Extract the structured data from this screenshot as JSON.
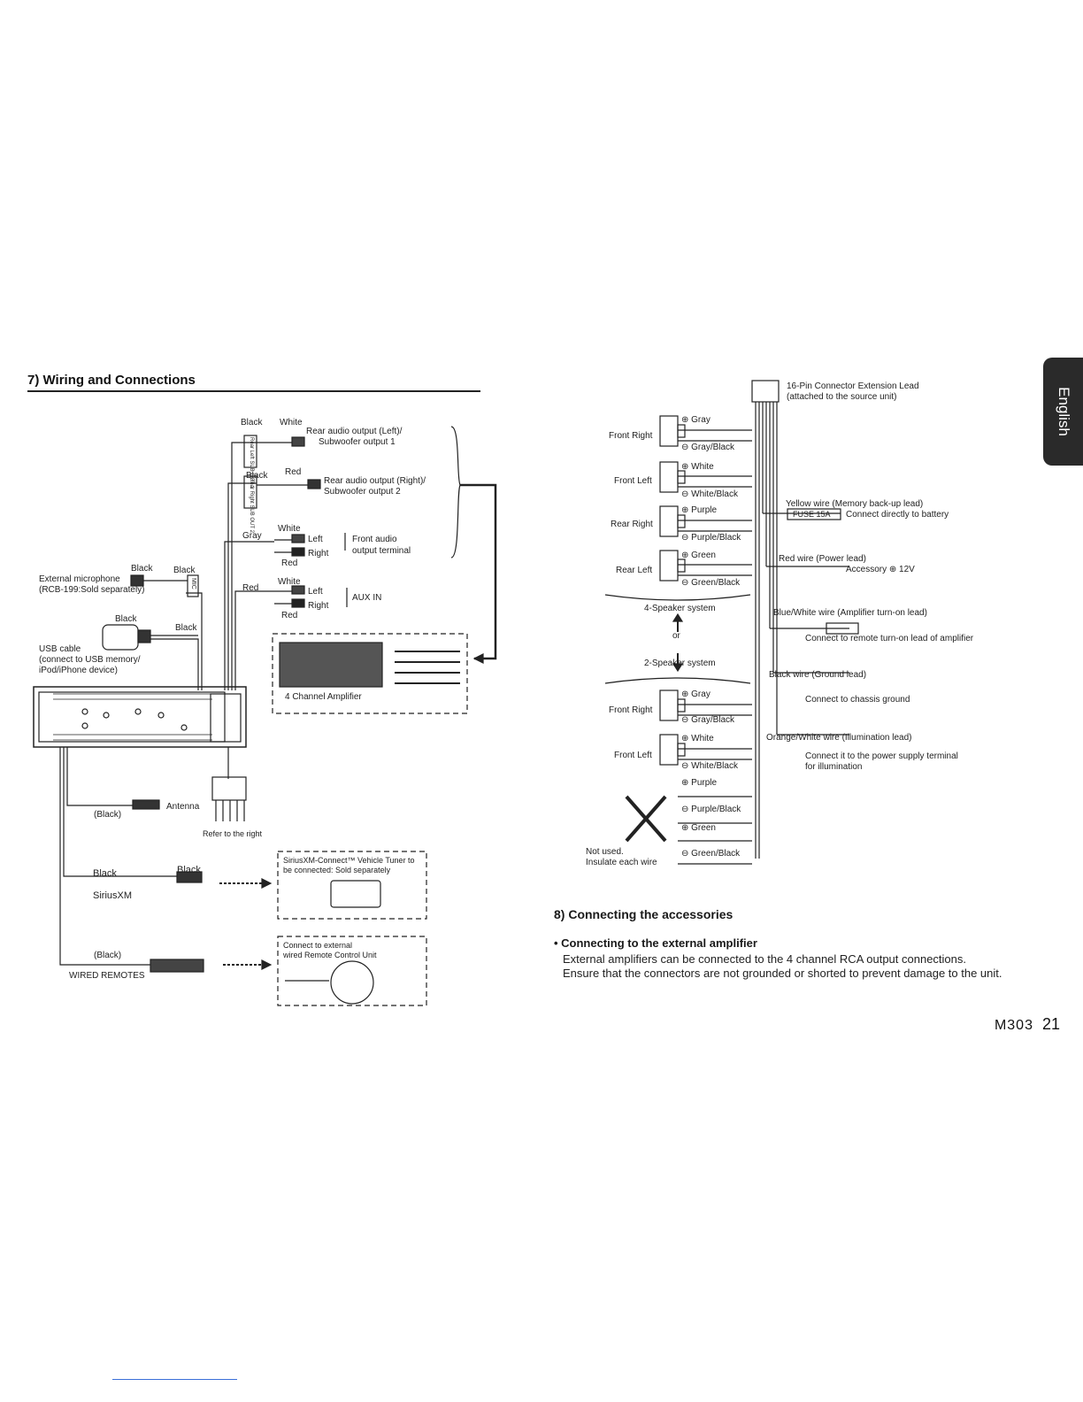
{
  "section7": {
    "title": "7) Wiring and Connections"
  },
  "left": {
    "labels": {
      "black_top": "Black",
      "white_top": "White",
      "rear_left_line1": "Rear audio output (Left)/",
      "rear_left_line2": "Subwoofer output 1",
      "black_2": "Black",
      "red_2": "Red",
      "rear_right_line1": "Rear audio output (Right)/",
      "rear_right_line2": "Subwoofer output 2",
      "gray": "Gray",
      "white_front": "White",
      "left_front": "Left",
      "right_front": "Right",
      "red_front": "Red",
      "front_audio_line1": "Front audio",
      "front_audio_line2": "output terminal",
      "black_mic1": "Black",
      "black_mic2": "Black",
      "ext_mic_line1": "External microphone",
      "ext_mic_line2": "(RCB-199:Sold separately)",
      "mic": "MIC",
      "red_aux": "Red",
      "white_aux": "White",
      "left_aux": "Left",
      "right_aux": "Right",
      "red_aux2": "Red",
      "aux_in": "AUX IN",
      "black_usb1": "Black",
      "black_usb2": "Black",
      "usb_line1": "USB cable",
      "usb_line2": "(connect to USB memory/",
      "usb_line3": "iPod/iPhone device)",
      "amp_label": "4 Channel Amplifier",
      "antenna": "Antenna",
      "black_antenna": "(Black)",
      "refer_right": "Refer to the right",
      "black_sxm1": "Black",
      "black_sxm2": "Black",
      "siriusxm": "SiriusXM",
      "sxm_box_line1": "SiriusXM-Connect™ Vehicle Tuner to",
      "sxm_box_line2": "be connected: Sold separately",
      "black_remote": "(Black)",
      "wired_remotes": "WIRED REMOTES",
      "remote_box_line1": "Connect to external",
      "remote_box_line2": "wired Remote Control Unit",
      "rear_left_tag": "Rear Left SUB OUT 1",
      "rear_right_tag": "Rear Right SUB OUT 2"
    }
  },
  "right": {
    "connector_line1": "16-Pin Connector Extension Lead",
    "connector_line2": "(attached to the source unit)",
    "speakers4": [
      {
        "name": "Front Right",
        "pos": "⊕ Gray",
        "neg": "⊖ Gray/Black"
      },
      {
        "name": "Front Left",
        "pos": "⊕ White",
        "neg": "⊖ White/Black"
      },
      {
        "name": "Rear Right",
        "pos": "⊕ Purple",
        "neg": "⊖ Purple/Black"
      },
      {
        "name": "Rear Left",
        "pos": "⊕ Green",
        "neg": "⊖ Green/Black"
      }
    ],
    "four_speaker": "4-Speaker system",
    "or": "or",
    "two_speaker": "2-Speaker system",
    "speakers2": [
      {
        "name": "Front Right",
        "pos": "⊕ Gray",
        "neg": "⊖ Gray/Black"
      },
      {
        "name": "Front Left",
        "pos": "⊕ White",
        "neg": "⊖ White/Black"
      }
    ],
    "unused": [
      "⊕ Purple",
      "⊖ Purple/Black",
      "⊕ Green",
      "⊖ Green/Black"
    ],
    "not_used_line1": "Not used.",
    "not_used_line2": "Insulate each wire",
    "yellow_wire": "Yellow wire (Memory back-up lead)",
    "fuse": "FUSE 15A",
    "battery": "Connect directly to battery",
    "red_wire": "Red wire (Power lead)",
    "accessory": "Accessory ⊕ 12V",
    "blue_wire": "Blue/White wire (Amplifier turn-on lead)",
    "remote_turn_on": "Connect to remote turn-on lead of amplifier",
    "black_wire": "Black wire (Ground lead)",
    "chassis": "Connect to chassis ground",
    "orange_wire": "Orange/White wire (Illumination lead)",
    "illum_line1": "Connect it to the power supply terminal",
    "illum_line2": "for illumination"
  },
  "section8": {
    "title": "8) Connecting the accessories",
    "bullet": "• Connecting to the external amplifier",
    "para": "External amplifiers can be connected to the 4 channel RCA output connections. Ensure that the connectors are not grounded or shorted to prevent damage to the unit."
  },
  "tab": "English",
  "footer": {
    "model": "M303",
    "page": "21"
  }
}
